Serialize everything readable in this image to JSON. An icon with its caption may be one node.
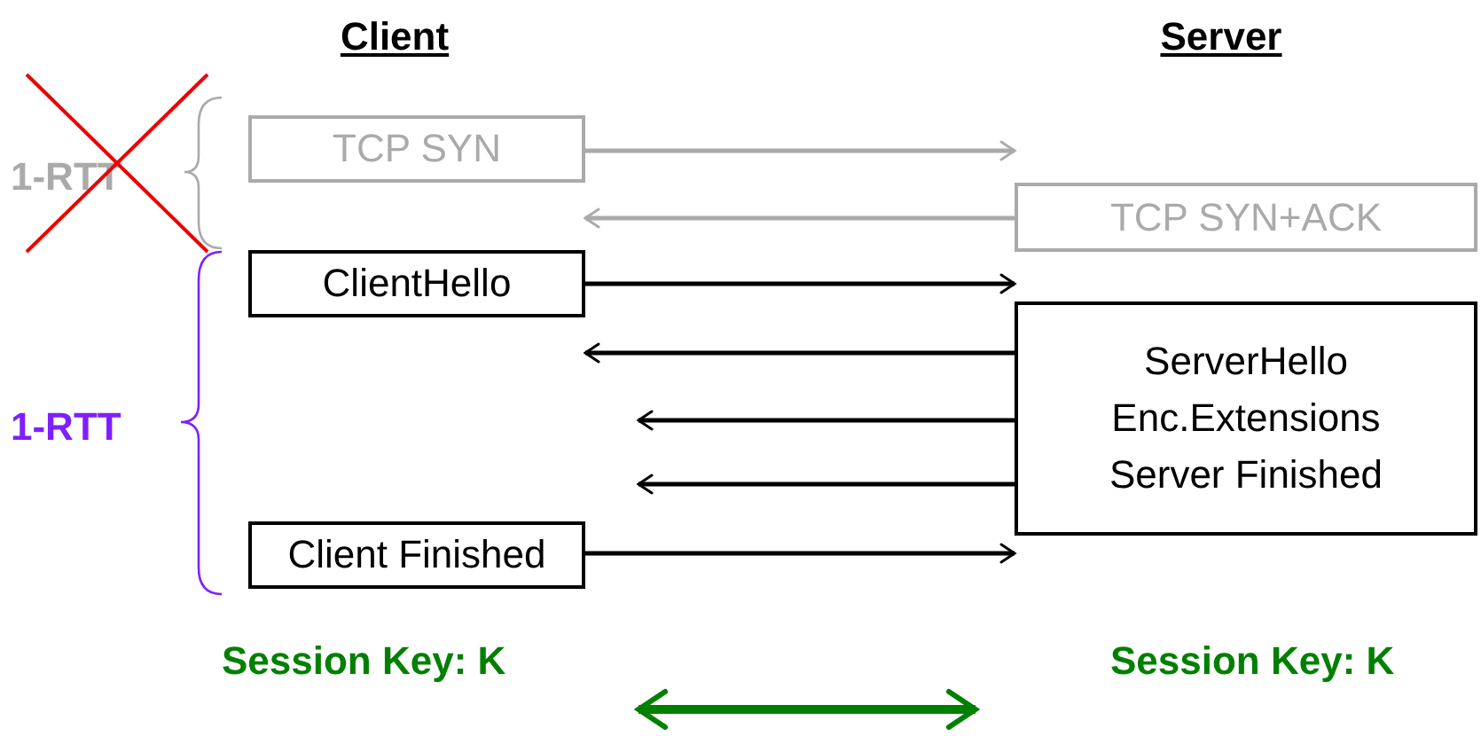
{
  "diagram": {
    "nodes": [
      {
        "text": [
          "TCP SYN"
        ]
      },
      {
        "text": [
          "TCP SYN+ACK"
        ]
      },
      {
        "text": [
          "ClientHello"
        ]
      },
      {
        "text": [
          "ServerHello",
          "Enc.Extensions",
          "Server Finished"
        ]
      },
      {
        "text": [
          "Client Finished"
        ]
      },
      {
        "text": [
          "Session Key: K"
        ]
      },
      {
        "text": [
          "Session Key: K"
        ]
      }
    ],
    "edges": [
      {
        "from": 0,
        "to": 1,
        "arrow": "to",
        "color": "#aaaaaa"
      },
      {
        "from": 1,
        "to": 0,
        "arrow": "to",
        "color": "#aaaaaa"
      },
      {
        "from": 2,
        "to": 3,
        "arrow": "to"
      },
      {
        "from": 3,
        "to": 2,
        "arrow": "to"
      },
      {
        "from": 3,
        "to": null,
        "arrow": "to"
      },
      {
        "from": 3,
        "to": null,
        "arrow": "to"
      },
      {
        "from": 4,
        "to": 3,
        "arrow": "to"
      },
      {
        "from": 5,
        "to": 6,
        "arrow": "both",
        "style": "thick",
        "color": "#008000"
      }
    ],
    "labels": [
      "Client",
      "Server",
      "1-RTT",
      "1-RTT"
    ]
  }
}
